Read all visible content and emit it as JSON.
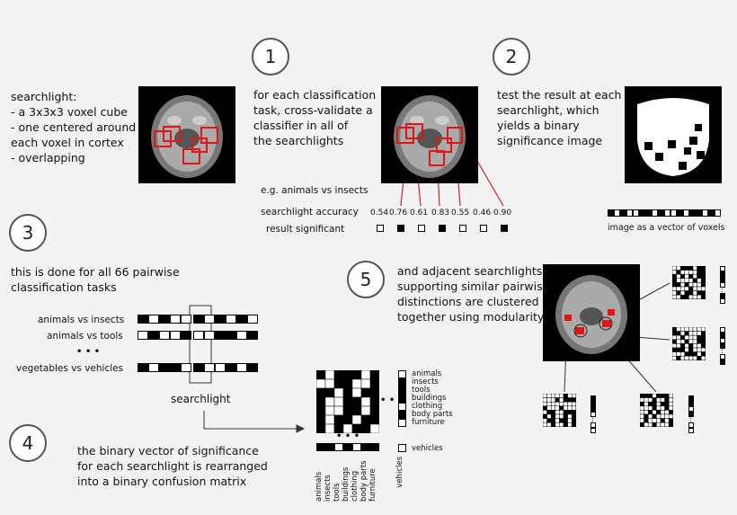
{
  "steps": [
    "1",
    "2",
    "3",
    "4",
    "5"
  ],
  "searchlight_desc": "searchlight:\n- a 3x3x3 voxel cube\n- one centered around\n  each voxel in cortex\n- overlapping",
  "step1_text": "for each classification\ntask, cross-validate a\nclassifier in all of\nthe searchlights",
  "step2_text": "test the result at each\nsearchlight, which\nyields a binary\nsignificance image",
  "example_label": "e.g. animals vs insects",
  "accuracy_label": "searchlight accuracy",
  "accuracies": [
    "0.54",
    "0.76",
    "0.61",
    "0.83",
    "0.55",
    "0.46",
    "0.90"
  ],
  "significant_label": "result significant",
  "significance": [
    0,
    1,
    0,
    1,
    0,
    0,
    1
  ],
  "image_vector_label": "image as a vector of voxels",
  "image_vector": [
    1,
    0,
    1,
    0,
    0,
    1,
    1,
    0,
    1,
    0,
    0,
    1,
    0,
    1,
    1,
    0,
    1,
    0
  ],
  "step3_text": "this is done for all 66 pairwise\nclassification tasks",
  "tasks": [
    "animals vs insects",
    "animals vs tools",
    "vegetables vs vehicles"
  ],
  "ellipsis": "• • •",
  "searchlight_label": "searchlight",
  "step4_text": "the binary vector of significance\nfor each searchlight is rearranged\ninto a binary confusion matrix",
  "step5_text": "and adjacent searchlights\nsupporting similar pairwise\ndistinctions are clustered\ntogether using modularity",
  "categories": [
    "animals",
    "insects",
    "tools",
    "buildings",
    "clothing",
    "body parts",
    "furniture"
  ],
  "last_category": "vehicles"
}
